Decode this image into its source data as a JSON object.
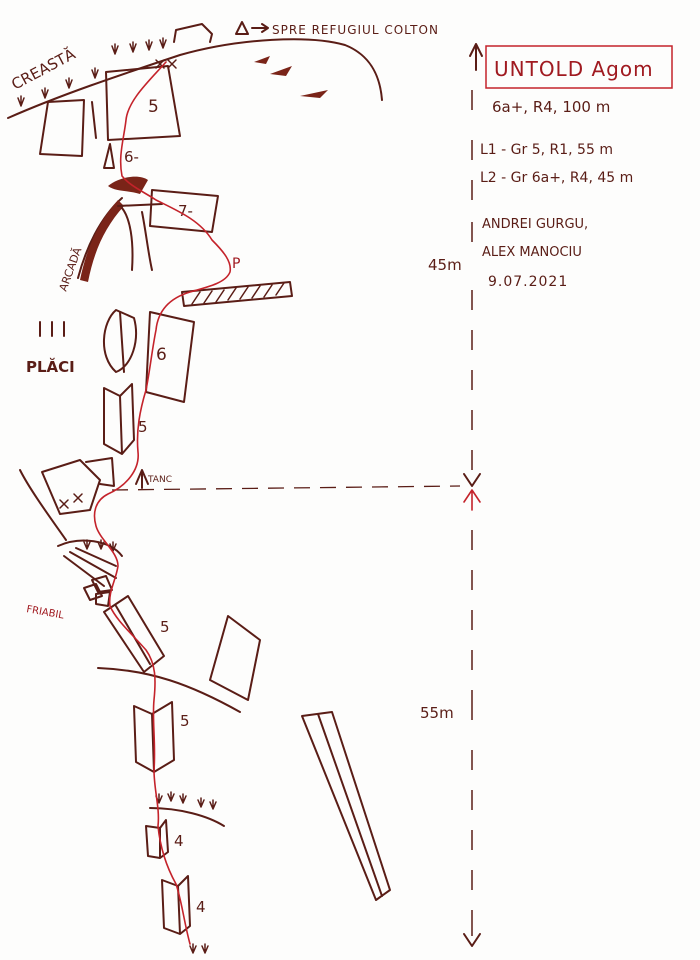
{
  "title": "UNTOLD Agom",
  "grade_summary": "6a+, R4, 100 m",
  "pitches": [
    "L1 - Gr 5, R1, 55 m",
    "L2 - Gr 6a+, R4, 45 m"
  ],
  "authors": [
    "ANDREI GURGU,",
    "ALEX MANOCIU"
  ],
  "date": "9.07.2021",
  "labels": {
    "ridge": "CREASTĂ",
    "towards_hut": "SPRE REFUGIUL COLTON",
    "arch": "ARCADĂ",
    "slabs": "PLĂCI",
    "ledge": "TANC",
    "spike": "FRIABIL",
    "belay": "P"
  },
  "grades": [
    "5",
    "6-",
    "7-",
    "6",
    "5",
    "5",
    "5",
    "4",
    "4"
  ],
  "distances": {
    "upper": "45m",
    "lower": "55m"
  },
  "colors": {
    "ink": "#5a1d16",
    "route": "#c4232b",
    "paper": "#fdfdfc"
  }
}
